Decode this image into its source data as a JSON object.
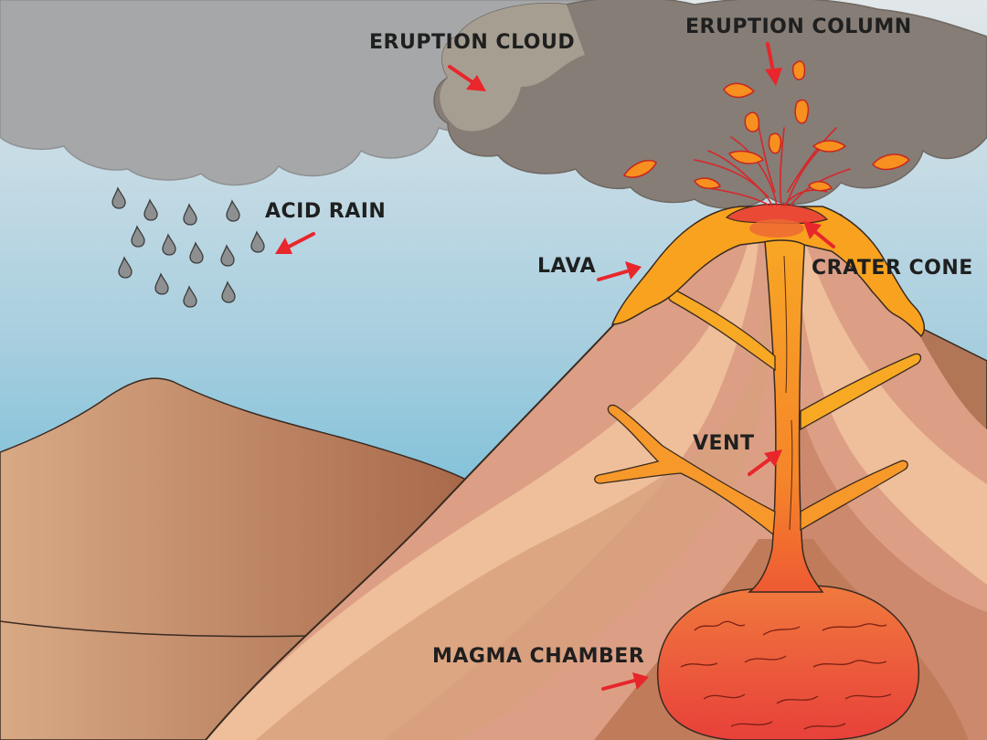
{
  "labels": {
    "eruption_cloud": "ERUPTION CLOUD",
    "eruption_column": "ERUPTION COLUMN",
    "acid_rain": "ACID RAIN",
    "lava": "LAVA",
    "crater_cone": "CRATER CONE",
    "vent": "VENT",
    "magma_chamber": "MAGMA CHAMBER"
  },
  "colors": {
    "arrow": "#e8262b",
    "sky_top": "#d7dfe3",
    "sky_bottom": "#46aed0",
    "cloud": "#a7a9aa",
    "ash": "#8a807a",
    "volcano": "#dc9f85",
    "lava": "#f7a11f",
    "magma": "#ea4a35"
  }
}
